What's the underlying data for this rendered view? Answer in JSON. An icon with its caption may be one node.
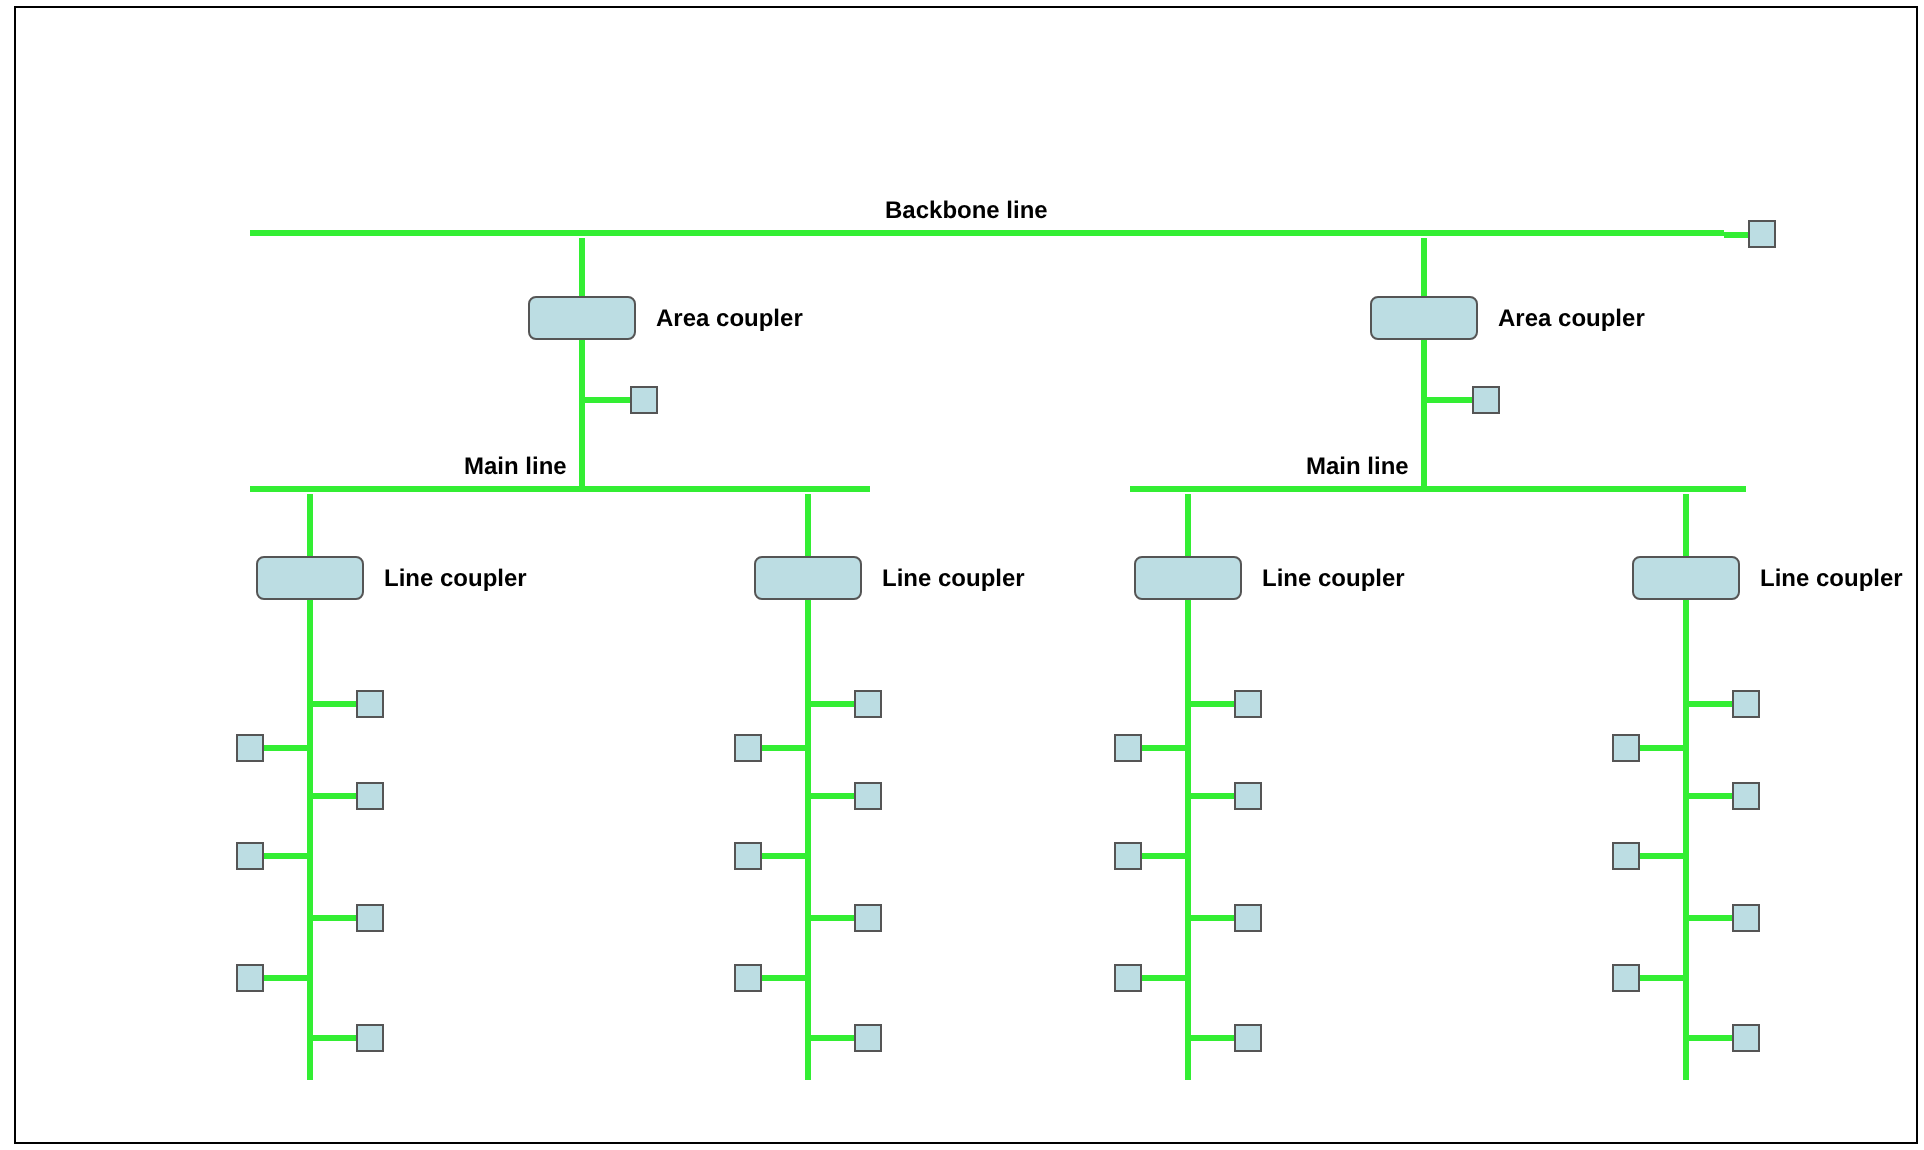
{
  "diagram": {
    "nodes": [
      {
        "text": [
          "Backbone line"
        ]
      },
      {
        "text": [],
        "shape": "box"
      },
      {
        "text": [
          "Area coupler"
        ]
      },
      {
        "text": [],
        "shape": "box"
      },
      {
        "text": [
          "Main line"
        ]
      },
      {
        "text": [
          "Line coupler"
        ]
      },
      {
        "text": [],
        "shape": "box"
      },
      {
        "text": [],
        "shape": "box"
      },
      {
        "text": [],
        "shape": "box"
      },
      {
        "text": [],
        "shape": "box"
      },
      {
        "text": [],
        "shape": "box"
      },
      {
        "text": [],
        "shape": "box"
      },
      {
        "text": [],
        "shape": "box"
      },
      {
        "text": [
          "Line coupler"
        ]
      },
      {
        "text": [],
        "shape": "box"
      },
      {
        "text": [],
        "shape": "box"
      },
      {
        "text": [],
        "shape": "box"
      },
      {
        "text": [],
        "shape": "box"
      },
      {
        "text": [],
        "shape": "box"
      },
      {
        "text": [],
        "shape": "box"
      },
      {
        "text": [],
        "shape": "box"
      },
      {
        "text": [
          "Area coupler"
        ]
      },
      {
        "text": [],
        "shape": "box"
      },
      {
        "text": [
          "Main line"
        ]
      },
      {
        "text": [
          "Line coupler"
        ]
      },
      {
        "text": [],
        "shape": "box"
      },
      {
        "text": [],
        "shape": "box"
      },
      {
        "text": [],
        "shape": "box"
      },
      {
        "text": [],
        "shape": "box"
      },
      {
        "text": [],
        "shape": "box"
      },
      {
        "text": [],
        "shape": "box"
      },
      {
        "text": [],
        "shape": "box"
      },
      {
        "text": [
          "Line coupler"
        ]
      },
      {
        "text": [],
        "shape": "box"
      },
      {
        "text": [],
        "shape": "box"
      },
      {
        "text": [],
        "shape": "box"
      },
      {
        "text": [],
        "shape": "box"
      },
      {
        "text": [],
        "shape": "box"
      },
      {
        "text": [],
        "shape": "box"
      },
      {
        "text": [],
        "shape": "box"
      }
    ],
    "edges": [
      {
        "from": 0,
        "to": 1,
        "arrow": "none"
      },
      {
        "from": 0,
        "to": 2,
        "arrow": "none"
      },
      {
        "from": 2,
        "to": 4,
        "arrow": "none"
      },
      {
        "from": 3,
        "to": 4,
        "arrow": "none"
      },
      {
        "from": 4,
        "to": 5,
        "arrow": "none"
      },
      {
        "from": 5,
        "to": 6,
        "arrow": "none"
      },
      {
        "from": 5,
        "to": 7,
        "arrow": "none"
      },
      {
        "from": 5,
        "to": 8,
        "arrow": "none"
      },
      {
        "from": 5,
        "to": 9,
        "arrow": "none"
      },
      {
        "from": 5,
        "to": 10,
        "arrow": "none"
      },
      {
        "from": 5,
        "to": 11,
        "arrow": "none"
      },
      {
        "from": 5,
        "to": 12,
        "arrow": "none"
      },
      {
        "from": 4,
        "to": 13,
        "arrow": "none"
      },
      {
        "from": 13,
        "to": 14,
        "arrow": "none"
      },
      {
        "from": 13,
        "to": 15,
        "arrow": "none"
      },
      {
        "from": 13,
        "to": 16,
        "arrow": "none"
      },
      {
        "from": 13,
        "to": 17,
        "arrow": "none"
      },
      {
        "from": 13,
        "to": 18,
        "arrow": "none"
      },
      {
        "from": 13,
        "to": 19,
        "arrow": "none"
      },
      {
        "from": 13,
        "to": 20,
        "arrow": "none"
      },
      {
        "from": 0,
        "to": 21,
        "arrow": "none"
      },
      {
        "from": 21,
        "to": 23,
        "arrow": "none"
      },
      {
        "from": 22,
        "to": 23,
        "arrow": "none"
      },
      {
        "from": 23,
        "to": 24,
        "arrow": "none"
      },
      {
        "from": 24,
        "to": 25,
        "arrow": "none"
      },
      {
        "from": 24,
        "to": 26,
        "arrow": "none"
      },
      {
        "from": 24,
        "to": 27,
        "arrow": "none"
      },
      {
        "from": 24,
        "to": 28,
        "arrow": "none"
      },
      {
        "from": 24,
        "to": 29,
        "arrow": "none"
      },
      {
        "from": 24,
        "to": 30,
        "arrow": "none"
      },
      {
        "from": 24,
        "to": 31,
        "arrow": "none"
      },
      {
        "from": 23,
        "to": 32,
        "arrow": "none"
      },
      {
        "from": 32,
        "to": 33,
        "arrow": "none"
      },
      {
        "from": 32,
        "to": 34,
        "arrow": "none"
      },
      {
        "from": 32,
        "to": 35,
        "arrow": "none"
      },
      {
        "from": 32,
        "to": 36,
        "arrow": "none"
      },
      {
        "from": 32,
        "to": 37,
        "arrow": "none"
      },
      {
        "from": 32,
        "to": 38,
        "arrow": "none"
      },
      {
        "from": 32,
        "to": 39,
        "arrow": "none"
      }
    ]
  }
}
